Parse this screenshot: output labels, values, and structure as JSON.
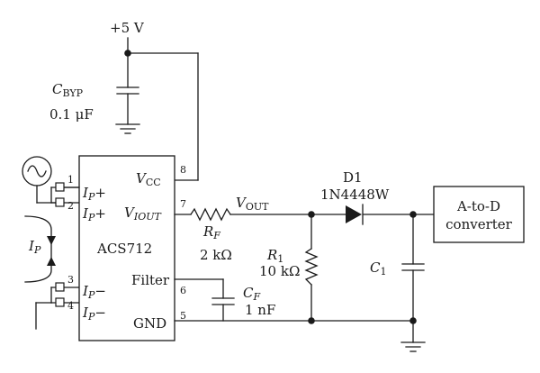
{
  "supply": {
    "label": "+5 V"
  },
  "bypass_cap": {
    "name_main": "C",
    "name_sub": "BYP",
    "value": "0.1 μF"
  },
  "ic": {
    "name": "ACS712",
    "pins": [
      {
        "num": "1",
        "main": "I",
        "sub": "P",
        "suffix": "+"
      },
      {
        "num": "2",
        "main": "I",
        "sub": "P",
        "suffix": "+"
      },
      {
        "num": "3",
        "main": "I",
        "sub": "P",
        "suffix": "−"
      },
      {
        "num": "4",
        "main": "I",
        "sub": "P",
        "suffix": "−"
      },
      {
        "num": "5",
        "label": "GND"
      },
      {
        "num": "6",
        "label": "Filter"
      },
      {
        "num": "7",
        "main": "V",
        "sub": "IOUT"
      },
      {
        "num": "8",
        "main": "V",
        "sub": "CC"
      }
    ]
  },
  "current_label": {
    "main": "I",
    "sub": "P"
  },
  "resistor_rf": {
    "main": "R",
    "sub": "F",
    "value": "2 kΩ"
  },
  "vout_label": {
    "main": "V",
    "sub": "OUT"
  },
  "filter_cap": {
    "main": "C",
    "sub": "F",
    "value": "1 nF"
  },
  "resistor_r1": {
    "main": "R",
    "sub": "1",
    "value": "10 kΩ"
  },
  "diode": {
    "name": "D1",
    "part": "1N4448W"
  },
  "cap_c1": {
    "main": "C",
    "sub": "1"
  },
  "adc": {
    "line1": "A-to-D",
    "line2": "converter"
  }
}
